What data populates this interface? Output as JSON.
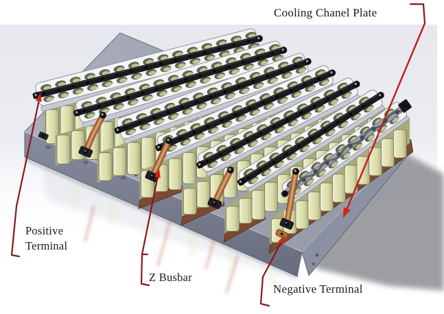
{
  "annotations": {
    "cooling_plate": {
      "label": "Cooling Chanel Plate"
    },
    "positive_terminal": {
      "label": "Positive Terminal"
    },
    "z_busbar": {
      "label": "Z Busbar"
    },
    "negative_terminal": {
      "label": "Negative Terminal"
    }
  },
  "colors": {
    "leader_red_dark": "#8c1518",
    "leader_red_bright": "#c2201a",
    "arrow_red": "#d42417",
    "backdrop_gray": "#e6e8ee",
    "base_top": "#9ea4b2",
    "base_front": "#767c8d",
    "base_right": "#8b91a0",
    "cell_cream": "#d9daa8",
    "plate_white": "#f3f4f6",
    "busbar_black": "#1b1b1f",
    "busbar_silver": "#9aa0a8",
    "copper": "#bf7a4a",
    "tray_brown": "#7b4a33",
    "shadow_gray": "#95969b",
    "text_black": "#191919"
  }
}
